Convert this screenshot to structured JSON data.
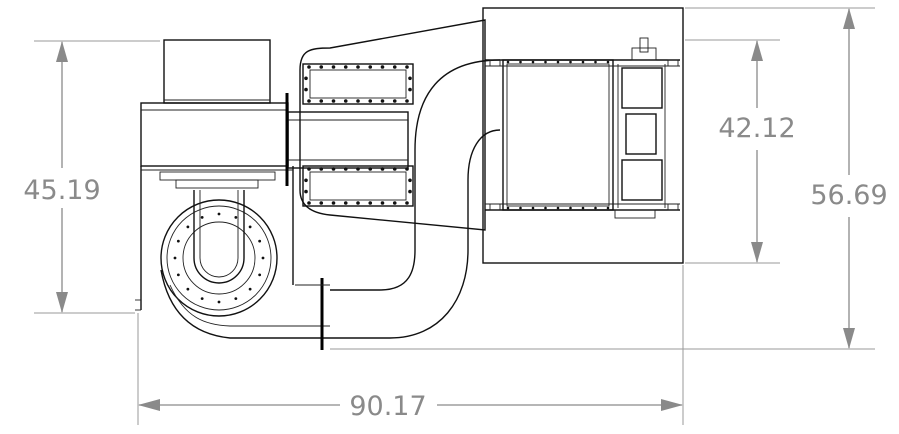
{
  "dimensions": {
    "overall_width": "90.17",
    "left_height": "45.19",
    "housing_height": "42.12",
    "overall_height": "56.69"
  },
  "colors": {
    "dimension": "#8a8a8a",
    "outline": "#111111",
    "background": "#ffffff"
  }
}
